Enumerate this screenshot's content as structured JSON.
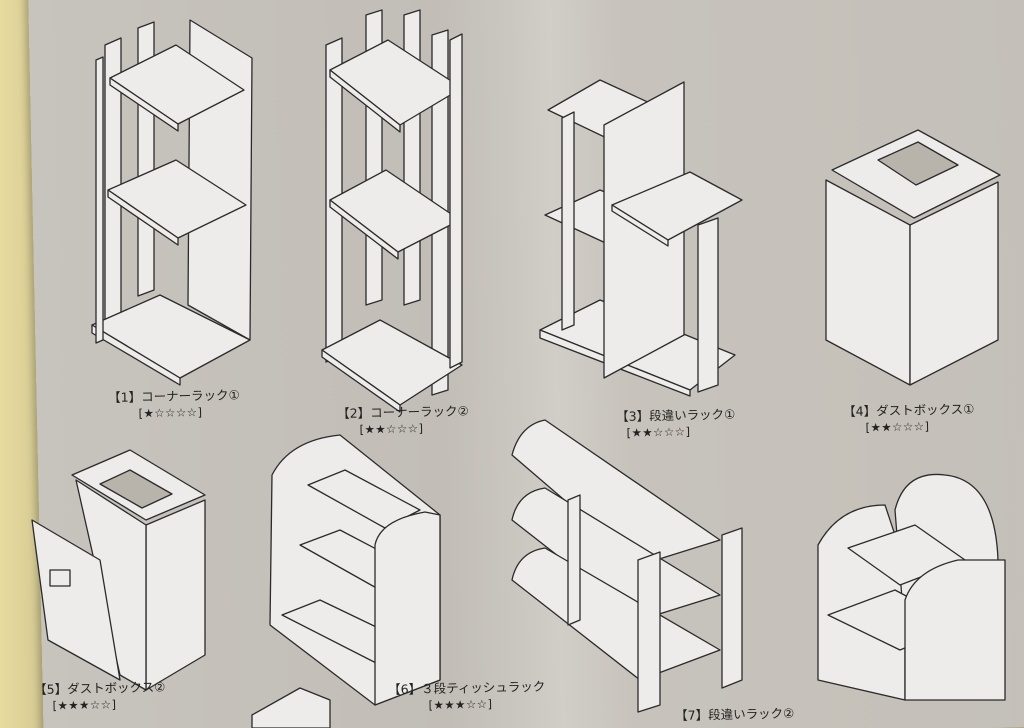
{
  "items": [
    {
      "label": "【1】コーナーラック①",
      "rating": "[★☆☆☆☆]"
    },
    {
      "label": "【2】コーナーラック②",
      "rating": "[★★☆☆☆]"
    },
    {
      "label": "【3】段違いラック①",
      "rating": "[★★☆☆☆]"
    },
    {
      "label": "【4】ダストボックス①",
      "rating": "[★★☆☆☆]"
    },
    {
      "label": "【5】ダストボックス②",
      "rating": "[★★★☆☆]"
    },
    {
      "label": "【6】３段ティッシュラック",
      "rating": "[★★★☆☆]"
    },
    {
      "label": "【7】段違いラック②",
      "rating": ""
    }
  ],
  "colors": {
    "paper": "#c6c2bb",
    "panel": "#eeeceb",
    "line": "#2b2b2b",
    "table": "#b9ae8a"
  }
}
